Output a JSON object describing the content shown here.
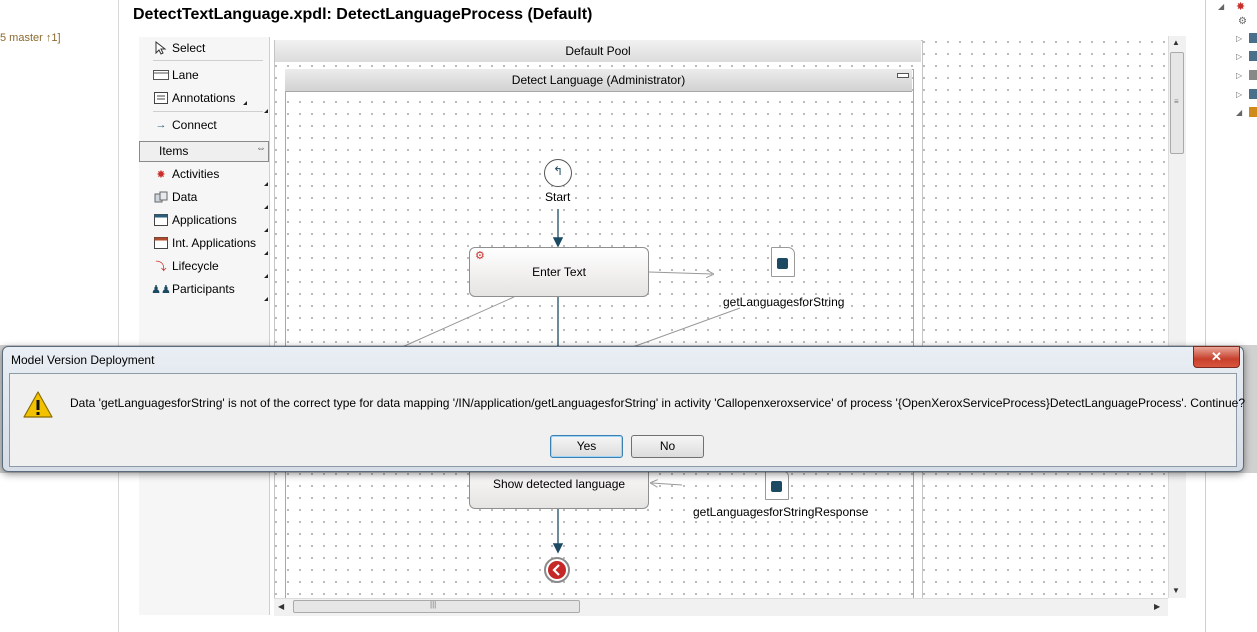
{
  "left_panel": {
    "git_label": "5 master ↑1]"
  },
  "editor": {
    "title": "DetectTextLanguage.xpdl: DetectLanguageProcess (Default)"
  },
  "palette": {
    "select": "Select",
    "lane": "Lane",
    "annotations": "Annotations",
    "connect": "Connect",
    "items_header": "Items",
    "activities": "Activities",
    "data": "Data",
    "applications": "Applications",
    "int_applications": "Int. Applications",
    "lifecycle": "Lifecycle",
    "participants": "Participants"
  },
  "diagram": {
    "pool_title": "Default Pool",
    "lane_title": "Detect Language (Administrator)",
    "start_label": "Start",
    "enter_text": "Enter Text",
    "data_input": "getLanguagesforString",
    "show_language": "Show detected language",
    "data_output": "getLanguagesforStringResponse"
  },
  "dialog": {
    "title": "Model Version Deployment",
    "message": "Data 'getLanguagesforString' is not of the correct type for data mapping '/IN/application/getLanguagesforString' in activity 'Callopenxeroxservice' of process '{OpenXeroxServiceProcess}DetectLanguageProcess'. Continue?",
    "yes": "Yes",
    "no": "No",
    "close": "✕"
  },
  "colors": {
    "accent": "#1d4a63",
    "dialog_close": "#c7402c",
    "warning": "#f2c200"
  },
  "icons": [
    "select-arrow-icon",
    "lane-icon",
    "annotations-icon",
    "connect-icon",
    "activities-icon",
    "data-icon",
    "applications-icon",
    "int-applications-icon",
    "lifecycle-icon",
    "participants-icon",
    "warning-icon",
    "close-icon"
  ]
}
